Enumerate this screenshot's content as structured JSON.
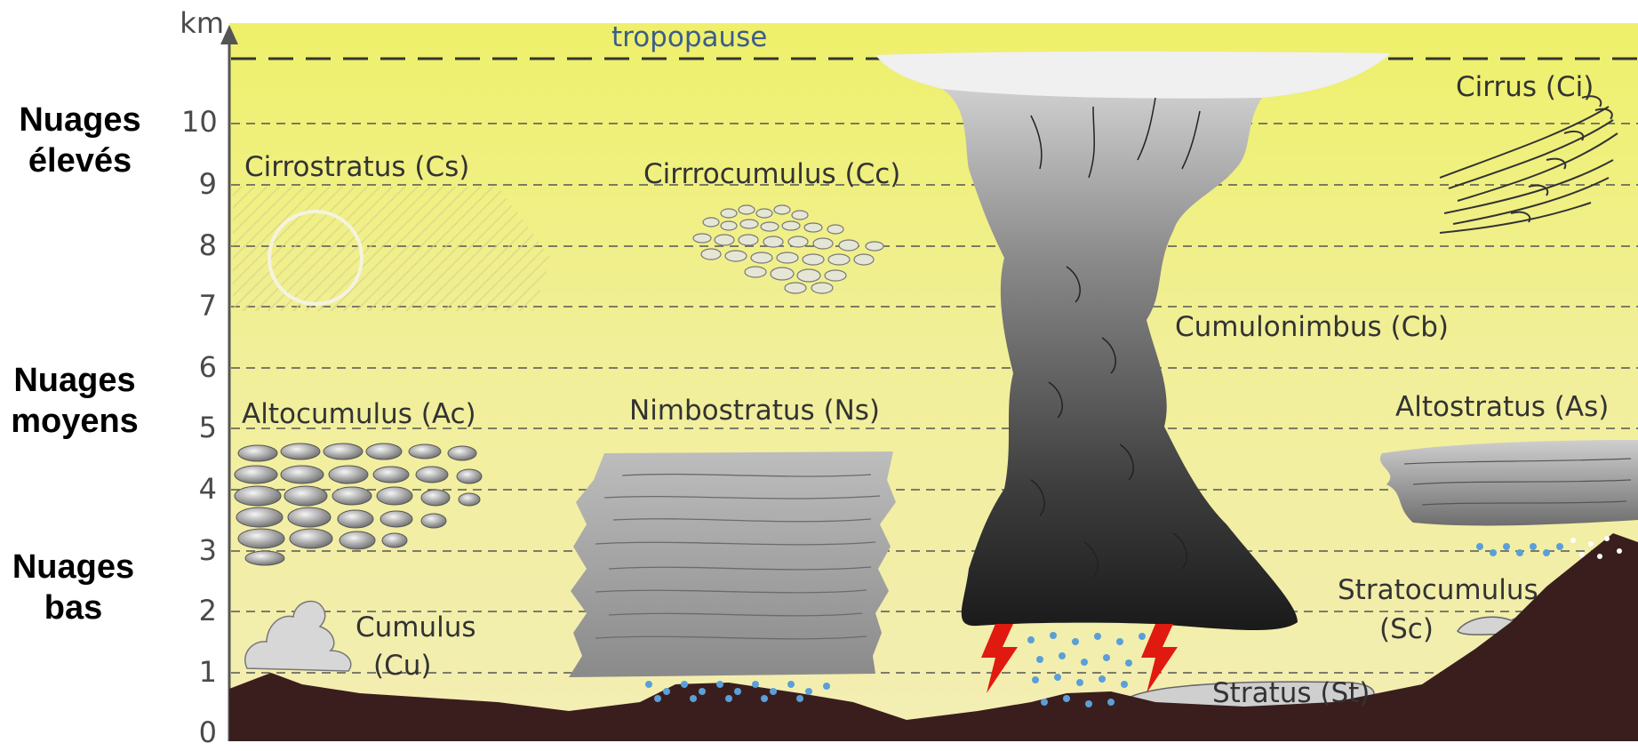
{
  "axis": {
    "unit": "km",
    "ticks": [
      "0",
      "1",
      "2",
      "3",
      "4",
      "5",
      "6",
      "7",
      "8",
      "9",
      "10"
    ]
  },
  "tropopause": "tropopause",
  "categories": {
    "high": [
      "Nuages",
      "élevés"
    ],
    "middle": [
      "Nuages",
      "moyens"
    ],
    "low": [
      "Nuages",
      "bas"
    ]
  },
  "clouds": {
    "cirrus": "Cirrus (Ci)",
    "cirrostratus": "Cirrostratus (Cs)",
    "cirrocumulus": "Cirrrocumulus (Cc)",
    "cumulonimbus": "Cumulonimbus (Cb)",
    "altocumulus": "Altocumulus (Ac)",
    "nimbostratus": "Nimbostratus (Ns)",
    "altostratus": "Altostratus (As)",
    "stratocumulus": [
      "Stratocumulus",
      "(Sc)"
    ],
    "cumulus": [
      "Cumulus",
      "(Cu)"
    ],
    "stratus": "Stratus (St)"
  },
  "colors": {
    "sky_top": "#eef06a",
    "sky_bottom": "#f3eeb0",
    "ground": "#3a1e1e",
    "rain": "#5a9fd8",
    "lightning": "#e01a10"
  }
}
